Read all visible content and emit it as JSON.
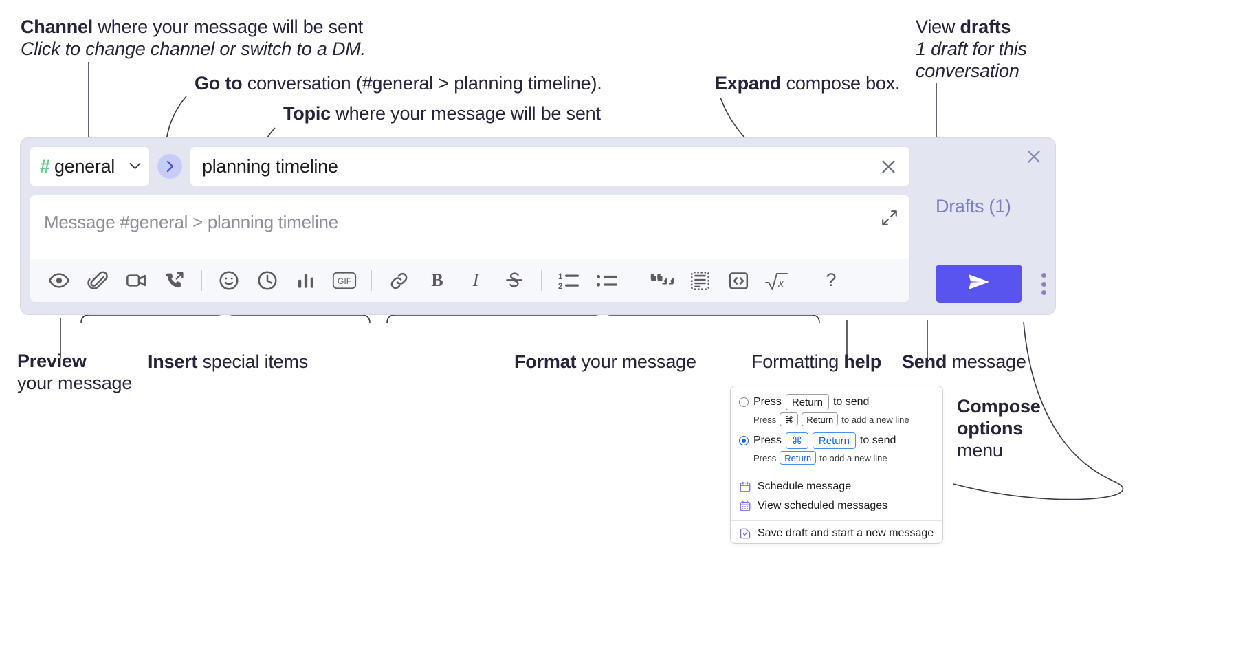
{
  "annotations": {
    "channel": {
      "bold": "Channel",
      "rest": " where your message will be sent",
      "italic": "Click to change channel or switch to a DM."
    },
    "goto": {
      "bold": "Go to",
      "rest": " conversation (#general > planning timeline)."
    },
    "topic": {
      "bold": "Topic",
      "rest": " where your message will be sent"
    },
    "expand": {
      "bold": "Expand",
      "rest": " compose box."
    },
    "drafts": {
      "pre": "View ",
      "bold": "drafts",
      "italic": "1 draft for this conversation"
    },
    "preview": {
      "bold": "Preview",
      "rest": "your message"
    },
    "insert": {
      "bold": "Insert",
      "rest": " special items"
    },
    "format": {
      "bold": "Format",
      "rest": " your message"
    },
    "help": {
      "pre": "Formatting ",
      "bold": "help"
    },
    "send": {
      "bold": "Send",
      "rest": " message"
    },
    "compose_options": {
      "bold": "Compose options",
      "rest": "menu"
    }
  },
  "compose": {
    "channel_name": "general",
    "channel_hash": "#",
    "chevron": "chevron-down-icon",
    "goto_icon": "chevron-right-icon",
    "topic_value": "planning timeline",
    "topic_clear_icon": "close-icon",
    "message_placeholder": "Message #general > planning timeline",
    "message_value": "",
    "expand_icon": "expand-icon",
    "close_icon": "close-icon",
    "drafts_label": "Drafts (1)",
    "send_icon": "send-paper-plane-icon",
    "kebab_icon": "more-options-vertical-icon",
    "accent_color": "#5a54ee",
    "panel_bg": "#e3e5f1",
    "hash_color": "#5bcf8f",
    "drafts_color": "#7a7fc2"
  },
  "toolbar": {
    "groups": [
      {
        "name": "preview",
        "items": [
          {
            "name": "preview-icon",
            "label": "Preview"
          }
        ]
      },
      {
        "name": "insert",
        "items": [
          {
            "name": "attachment-icon",
            "label": "Attach file"
          },
          {
            "name": "video-camera-icon",
            "label": "Record video clip"
          },
          {
            "name": "phone-forward-icon",
            "label": "Record audio clip"
          }
        ]
      },
      {
        "name": "insert2",
        "items": [
          {
            "name": "emoji-icon",
            "label": "Emoji"
          },
          {
            "name": "clock-icon",
            "label": "Reminder"
          },
          {
            "name": "bar-chart-icon",
            "label": "Poll"
          },
          {
            "name": "gif-icon",
            "label": "GIF"
          }
        ]
      },
      {
        "name": "format-inline",
        "items": [
          {
            "name": "link-icon",
            "label": "Link"
          },
          {
            "name": "bold-icon",
            "label": "B"
          },
          {
            "name": "italic-icon",
            "label": "I"
          },
          {
            "name": "strikethrough-icon",
            "label": "Strikethrough"
          }
        ]
      },
      {
        "name": "format-lists",
        "items": [
          {
            "name": "ordered-list-icon",
            "label": "Ordered list"
          },
          {
            "name": "bulleted-list-icon",
            "label": "Bulleted list"
          }
        ]
      },
      {
        "name": "format-blocks",
        "items": [
          {
            "name": "blockquote-icon",
            "label": "Blockquote"
          },
          {
            "name": "code-block-icon",
            "label": "Code block"
          },
          {
            "name": "code-icon",
            "label": "Code"
          },
          {
            "name": "math-icon",
            "label": "Math"
          }
        ]
      },
      {
        "name": "help",
        "items": [
          {
            "name": "help-question-icon",
            "label": "?"
          }
        ]
      }
    ]
  },
  "options_menu": {
    "radio_options": [
      {
        "selected": false,
        "main": {
          "pre": "Press",
          "key": "Return",
          "post": "to send"
        },
        "sub": {
          "pre": "Press",
          "key1": "⌘",
          "key2": "Return",
          "post": "to add a new line"
        }
      },
      {
        "selected": true,
        "main": {
          "pre": "Press",
          "key1": "⌘",
          "key2": "Return",
          "post": "to send"
        },
        "sub": {
          "pre": "Press",
          "key": "Return",
          "post": "to add a new line"
        }
      }
    ],
    "items": [
      {
        "icon": "calendar-icon",
        "label": "Schedule message"
      },
      {
        "icon": "calendar-grid-icon",
        "label": "View scheduled messages"
      },
      {
        "icon": "save-draft-icon",
        "label": "Save draft and start a new message",
        "divider_before": true
      }
    ]
  }
}
